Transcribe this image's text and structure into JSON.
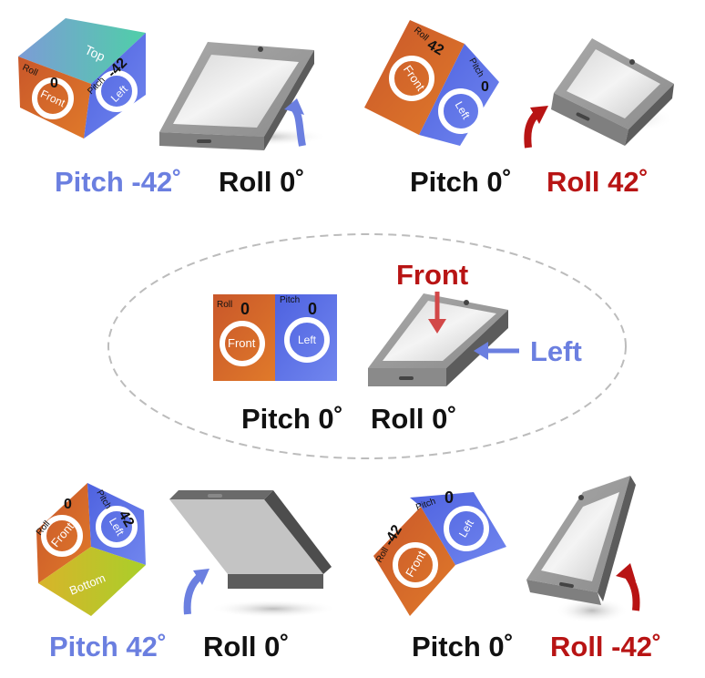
{
  "colors": {
    "pitch_blue": "#6b7fe0",
    "roll_red": "#b81414",
    "face_front": "#d8622a",
    "face_left": "#5b71e8",
    "face_top": "#4fc4b0",
    "face_bottom": "#b9c92a"
  },
  "panels": [
    {
      "pitch_label": "Pitch -42˚",
      "roll_label": "Roll 0˚",
      "cube": {
        "visible_faces": [
          "top",
          "front",
          "left"
        ],
        "front_text": "Front",
        "left_text": "Left",
        "top_text": "Top",
        "roll_tag": "Roll",
        "pitch_tag": "Pitch",
        "roll_value": "0",
        "pitch_value": "-42"
      },
      "arrow": "pitch-blue-arrow-icon"
    },
    {
      "pitch_label": "Pitch 0˚",
      "roll_label": "Roll 42˚",
      "cube": {
        "visible_faces": [
          "front",
          "left"
        ],
        "front_text": "Front",
        "left_text": "Left",
        "roll_tag": "Roll",
        "pitch_tag": "Pitch",
        "roll_value": "42",
        "pitch_value": "0"
      },
      "arrow": "roll-red-arrow-icon"
    },
    {
      "pitch_label": "Pitch 0˚",
      "roll_label": "Roll 0˚",
      "cube": {
        "visible_faces": [
          "front",
          "left"
        ],
        "front_text": "Front",
        "left_text": "Left",
        "roll_tag": "Roll",
        "pitch_tag": "Pitch",
        "roll_value": "0",
        "pitch_value": "0"
      },
      "callouts": {
        "front": "Front",
        "left": "Left"
      }
    },
    {
      "pitch_label": "Pitch 42˚",
      "roll_label": "Roll 0˚",
      "cube": {
        "visible_faces": [
          "bottom",
          "front",
          "left"
        ],
        "front_text": "Front",
        "left_text": "Left",
        "bottom_text": "Bottom",
        "roll_tag": "Roll",
        "pitch_tag": "Pitch",
        "roll_value": "0",
        "pitch_value": "42"
      },
      "arrow": "pitch-blue-arrow-icon"
    },
    {
      "pitch_label": "Pitch 0˚",
      "roll_label": "Roll -42˚",
      "cube": {
        "visible_faces": [
          "front",
          "left"
        ],
        "front_text": "Front",
        "left_text": "Left",
        "roll_tag": "Roll",
        "pitch_tag": "Pitch",
        "roll_value": "-42",
        "pitch_value": "0"
      },
      "arrow": "roll-red-arrow-icon"
    }
  ]
}
